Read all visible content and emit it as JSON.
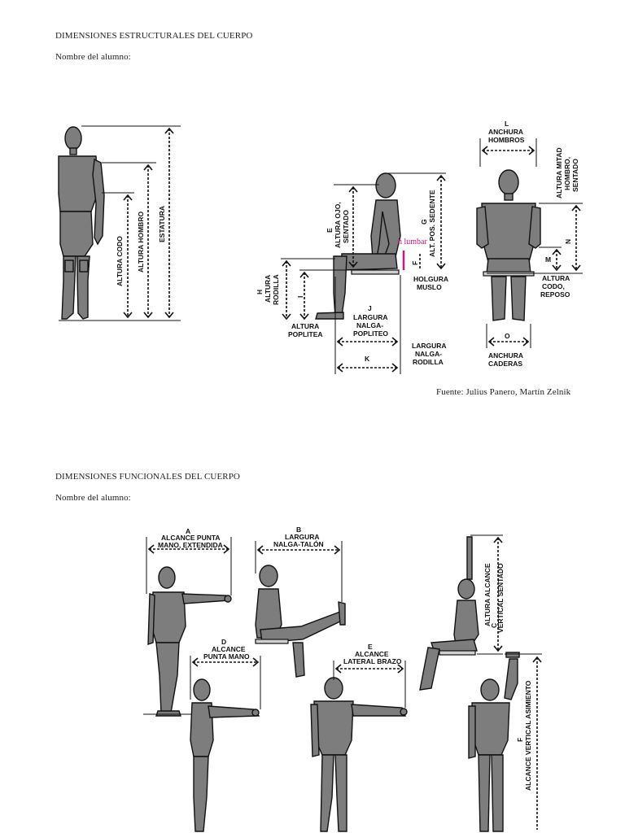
{
  "section1": {
    "title": "DIMENSIONES ESTRUCTURALES DEL CUERPO",
    "student_label": "Nombre del alumno:",
    "source": "Fuente: Julius Panero, Martín Zelnik",
    "labels": {
      "altura_codo": "ALTURA CODO",
      "altura_hombro": "ALTURA HOMBRO",
      "estatura": "ESTATURA",
      "e_letter": "E",
      "e_text1": "ALTURA OJO,",
      "e_text2": "SENTADO",
      "g_letter": "G",
      "g_text": "ALT. POS. SEDENTE",
      "h_lumbar": "h lumbar",
      "f_letter": "F",
      "holgura1": "HOLGURA",
      "holgura2": "MUSLO",
      "h_letter": "H",
      "h_text1": "ALTURA",
      "h_text2": "RODILLA",
      "i_letter": "I",
      "j_letter": "J",
      "j_text1": "LARGURA",
      "j_text2": "NALGA-",
      "j_text3": "POPLITEO",
      "alt_pop1": "ALTURA",
      "alt_pop2": "POPLITEA",
      "k_letter": "K",
      "lnr1": "LARGURA",
      "lnr2": "NALGA-",
      "lnr3": "RODILLA",
      "l_letter": "L",
      "l_text1": "ANCHURA",
      "l_text2": "HOMBROS",
      "mitad1": "ALTURA MITAD",
      "mitad2": "HOMBRO,",
      "mitad3": "SENTADO",
      "n_letter": "N",
      "m_letter": "M",
      "codo1": "ALTURA",
      "codo2": "CODO,",
      "codo3": "REPOSO",
      "o_letter": "O",
      "o_text1": "ANCHURA",
      "o_text2": "CADERAS"
    }
  },
  "section2": {
    "title": "DIMENSIONES FUNCIONALES DEL CUERPO",
    "student_label": "Nombre del alumno:",
    "labels": {
      "a_letter": "A",
      "a_text1": "ALCANCE PUNTA",
      "a_text2": "MANO, EXTENDIDA",
      "b_letter": "B",
      "b_text1": "LARGURA",
      "b_text2": "NALGA-TALÓN",
      "c_letter": "C",
      "c_text1": "ALTURA ALCANCE",
      "c_text2": "VERTICAL SENTADO",
      "d_letter": "D",
      "d_text1": "ALCANCE",
      "d_text2": "PUNTA MANO",
      "e_letter": "E",
      "e_text1": "ALCANCE",
      "e_text2": "LATERAL BRAZO",
      "f_letter": "F",
      "f_text": "ALCANCE VERTICAL ASIMIENTO"
    }
  },
  "colors": {
    "figure_fill": "#7d7d7d",
    "annotation": "#c8177e"
  }
}
